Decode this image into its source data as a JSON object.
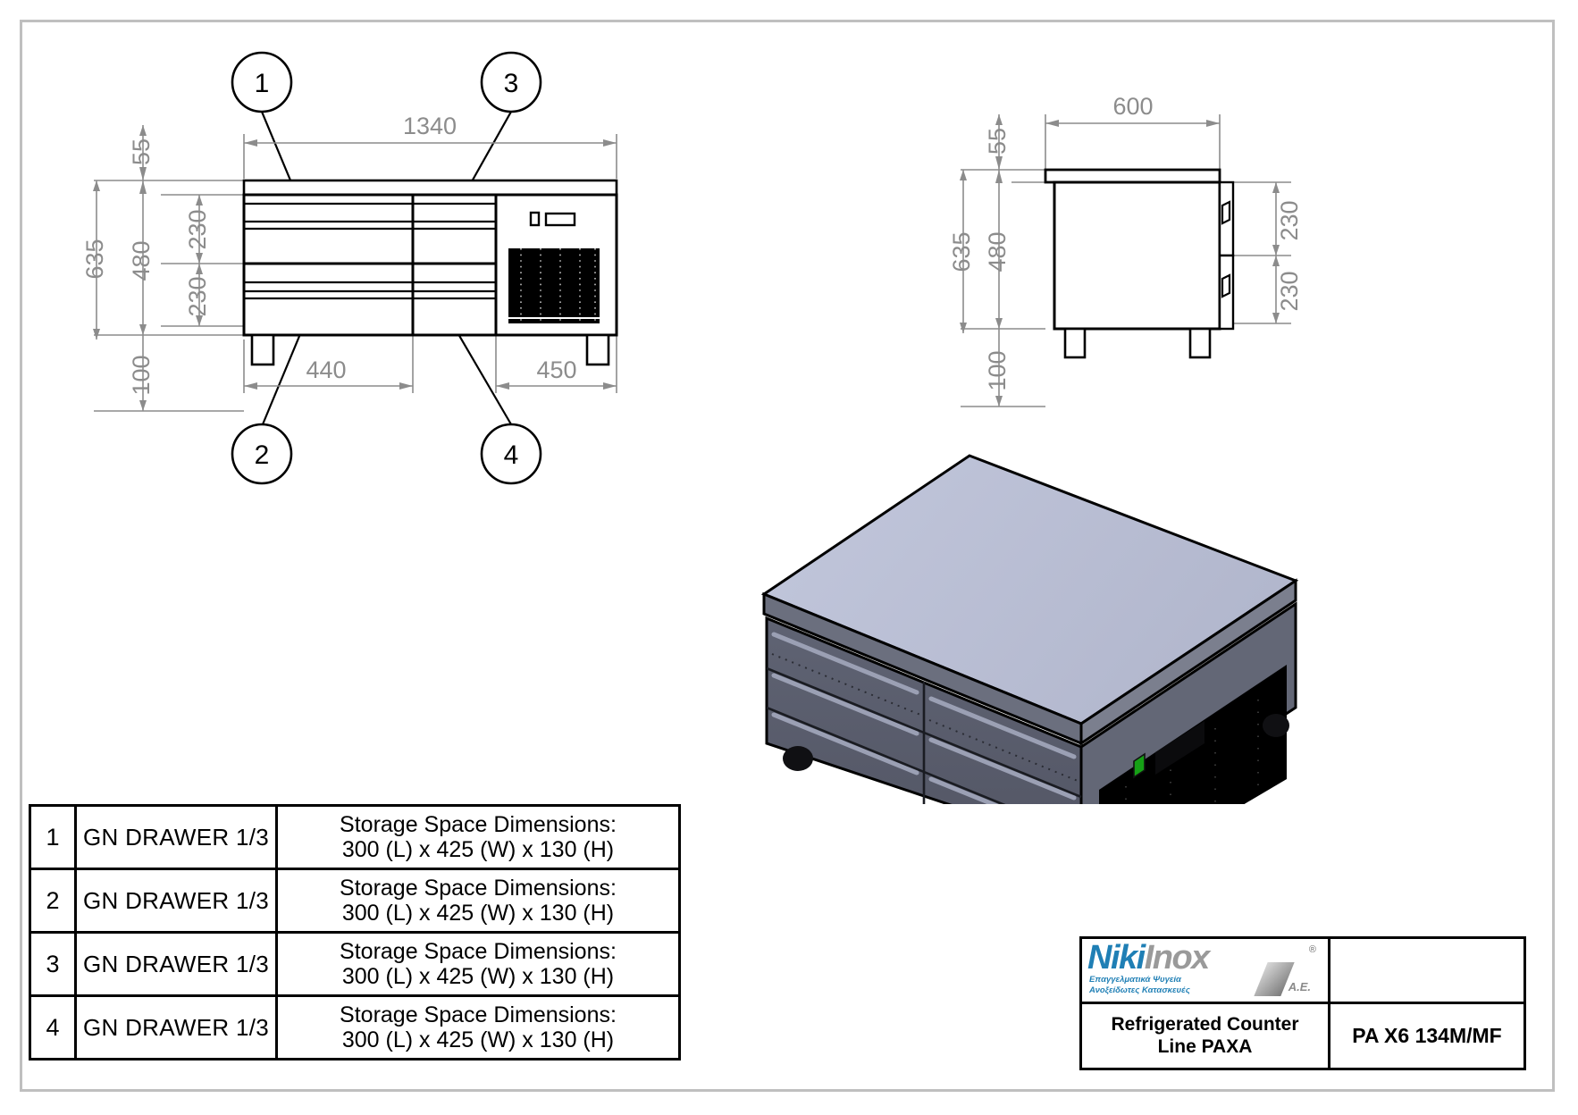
{
  "drawing": {
    "units": "mm",
    "colors": {
      "dimension_gray": "#8c8c8c",
      "outline_black": "#000000",
      "frame_gray": "#bfbfbf",
      "model_top": "#b9bed4",
      "model_body": "#5c6070",
      "model_highlight": "#9ba0b4",
      "logo_blue": "#1f7fb5",
      "logo_silver": "#9a9a9a",
      "led_green": "#16a016"
    }
  },
  "front_view": {
    "name": "front-elevation",
    "dimensions": {
      "overall_width": "1340",
      "top_thickness": "55",
      "drawer_upper": "230",
      "drawer_lower": "230",
      "cabinet_height": "480",
      "overall_height": "635",
      "leg_height": "100",
      "drawer_bank_width": "440",
      "compressor_width": "450"
    },
    "balloons": [
      {
        "id": "1",
        "label": "1"
      },
      {
        "id": "3",
        "label": "3"
      },
      {
        "id": "2",
        "label": "2"
      },
      {
        "id": "4",
        "label": "4"
      }
    ]
  },
  "side_view": {
    "name": "side-elevation",
    "dimensions": {
      "overall_depth": "600",
      "top_thickness": "55",
      "cabinet_height": "480",
      "overall_height": "635",
      "leg_height": "100",
      "drawer_upper": "230",
      "drawer_lower": "230"
    }
  },
  "iso_view": {
    "name": "isometric-3d-model",
    "indicator_led": "on",
    "display_panel": "controller-display"
  },
  "parts_table": {
    "rows": [
      {
        "num": "1",
        "name": "GN DRAWER 1/3",
        "desc_line1": "Storage Space Dimensions:",
        "desc_line2": "300 (L) x 425 (W) x 130 (H)"
      },
      {
        "num": "2",
        "name": "GN DRAWER 1/3",
        "desc_line1": "Storage Space Dimensions:",
        "desc_line2": "300 (L) x 425 (W) x 130 (H)"
      },
      {
        "num": "3",
        "name": "GN DRAWER 1/3",
        "desc_line1": "Storage Space Dimensions:",
        "desc_line2": "300 (L) x 425 (W) x 130 (H)"
      },
      {
        "num": "4",
        "name": "GN DRAWER 1/3",
        "desc_line1": "Storage Space Dimensions:",
        "desc_line2": "300 (L) x 425 (W) x 130 (H)"
      }
    ]
  },
  "title_block": {
    "logo": {
      "brand_part1": "Niki",
      "brand_part2": "Inox",
      "registered": "®",
      "sub_line1": "Επαγγελματικά Ψυγεία",
      "sub_line2": "Ανοξείδωτες Κατασκευές",
      "suffix": "A.E."
    },
    "product_line1": "Refrigerated Counter",
    "product_line2": "Line PAXA",
    "model_code": "PA X6 134M/MF"
  }
}
